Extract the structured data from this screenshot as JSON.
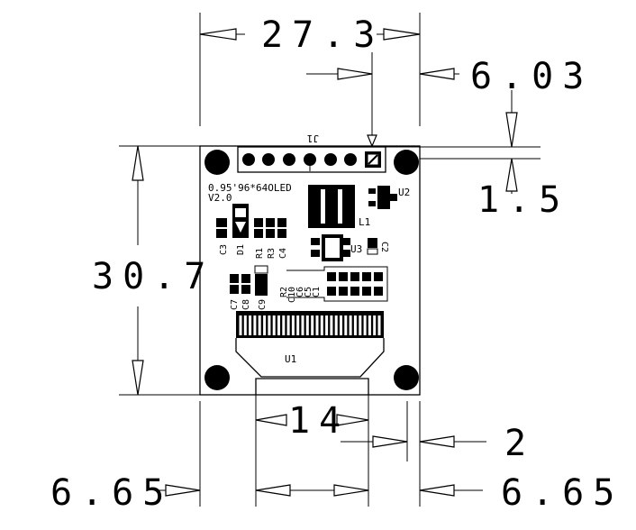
{
  "dimensions": {
    "width_top": "27.3",
    "offset_top_right": "6.03",
    "height_left": "30.7",
    "offset_right": "1.5",
    "connector_width": "14",
    "gap_right": "2",
    "margin_left": "6.65",
    "margin_right": "6.65"
  },
  "silkscreen": {
    "header": "J1",
    "model": "0.95'96*64OLED",
    "version": "V2.0",
    "labels": {
      "u2": "U2",
      "l1": "L1",
      "u3": "U3",
      "c2": "C2",
      "c3": "C3",
      "d1": "D1",
      "r1": "R1",
      "r3": "R3",
      "c4": "C4",
      "c7": "C7",
      "c8": "C8",
      "c9": "C9",
      "r2": "R2",
      "c10": "C10",
      "c6": "C6",
      "c5": "C5",
      "c1": "C1",
      "u1": "U1"
    }
  }
}
